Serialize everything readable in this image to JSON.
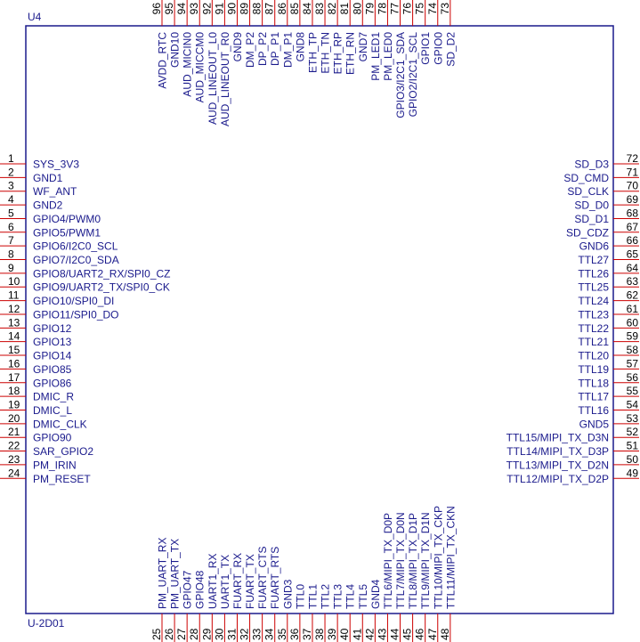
{
  "component": {
    "refdes": "U4",
    "part": "U-2D01",
    "colors": {
      "body_border": "#1a1a8c",
      "pin_line": "#cc0000",
      "label": "#1a1a8c",
      "number": "#000000"
    }
  },
  "pins": {
    "left": [
      {
        "num": "1",
        "name": "SYS_3V3"
      },
      {
        "num": "2",
        "name": "GND1"
      },
      {
        "num": "3",
        "name": "WF_ANT"
      },
      {
        "num": "4",
        "name": "GND2"
      },
      {
        "num": "5",
        "name": "GPIO4/PWM0"
      },
      {
        "num": "6",
        "name": "GPIO5/PWM1"
      },
      {
        "num": "7",
        "name": "GPIO6/I2C0_SCL"
      },
      {
        "num": "8",
        "name": "GPIO7/I2C0_SDA"
      },
      {
        "num": "9",
        "name": "GPIO8/UART2_RX/SPI0_CZ"
      },
      {
        "num": "10",
        "name": "GPIO9/UART2_TX/SPI0_CK"
      },
      {
        "num": "11",
        "name": "GPIO10/SPI0_DI"
      },
      {
        "num": "12",
        "name": "GPIO11/SPI0_DO"
      },
      {
        "num": "13",
        "name": "GPIO12"
      },
      {
        "num": "14",
        "name": "GPIO13"
      },
      {
        "num": "15",
        "name": "GPIO14"
      },
      {
        "num": "16",
        "name": "GPIO85"
      },
      {
        "num": "17",
        "name": "GPIO86"
      },
      {
        "num": "18",
        "name": "DMIC_R"
      },
      {
        "num": "19",
        "name": "DMIC_L"
      },
      {
        "num": "20",
        "name": "DMIC_CLK"
      },
      {
        "num": "21",
        "name": "GPIO90"
      },
      {
        "num": "22",
        "name": "SAR_GPIO2"
      },
      {
        "num": "23",
        "name": "PM_IRIN"
      },
      {
        "num": "24",
        "name": "PM_RESET"
      }
    ],
    "right": [
      {
        "num": "72",
        "name": "SD_D3"
      },
      {
        "num": "71",
        "name": "SD_CMD"
      },
      {
        "num": "70",
        "name": "SD_CLK"
      },
      {
        "num": "69",
        "name": "SD_D0"
      },
      {
        "num": "68",
        "name": "SD_D1"
      },
      {
        "num": "67",
        "name": "SD_CDZ"
      },
      {
        "num": "66",
        "name": "GND6"
      },
      {
        "num": "65",
        "name": "TTL27"
      },
      {
        "num": "64",
        "name": "TTL26"
      },
      {
        "num": "63",
        "name": "TTL25"
      },
      {
        "num": "62",
        "name": "TTL24"
      },
      {
        "num": "61",
        "name": "TTL23"
      },
      {
        "num": "60",
        "name": "TTL22"
      },
      {
        "num": "59",
        "name": "TTL21"
      },
      {
        "num": "58",
        "name": "TTL20"
      },
      {
        "num": "57",
        "name": "TTL19"
      },
      {
        "num": "56",
        "name": "TTL18"
      },
      {
        "num": "55",
        "name": "TTL17"
      },
      {
        "num": "54",
        "name": "TTL16"
      },
      {
        "num": "53",
        "name": "GND5"
      },
      {
        "num": "52",
        "name": "TTL15/MIPI_TX_D3N"
      },
      {
        "num": "51",
        "name": "TTL14/MIPI_TX_D3P"
      },
      {
        "num": "50",
        "name": "TTL13/MIPI_TX_D2N"
      },
      {
        "num": "49",
        "name": "TTL12/MIPI_TX_D2P"
      }
    ],
    "top": [
      {
        "num": "96",
        "name": "AVDD_RTC"
      },
      {
        "num": "95",
        "name": "GND10"
      },
      {
        "num": "94",
        "name": "AUD_MICIN0"
      },
      {
        "num": "93",
        "name": "AUD_MICCM0"
      },
      {
        "num": "92",
        "name": "AUD_LINEOUT_L0"
      },
      {
        "num": "91",
        "name": "AUD_LINEOUT_R0"
      },
      {
        "num": "90",
        "name": "GND9"
      },
      {
        "num": "89",
        "name": "DM_P2"
      },
      {
        "num": "88",
        "name": "DP_P2"
      },
      {
        "num": "87",
        "name": "DP_P1"
      },
      {
        "num": "86",
        "name": "DM_P1"
      },
      {
        "num": "85",
        "name": "GND8"
      },
      {
        "num": "84",
        "name": "ETH_TP"
      },
      {
        "num": "83",
        "name": "ETH_TN"
      },
      {
        "num": "82",
        "name": "ETH_RP"
      },
      {
        "num": "81",
        "name": "ETH_RN"
      },
      {
        "num": "80",
        "name": "GND7"
      },
      {
        "num": "79",
        "name": "PM_LED1"
      },
      {
        "num": "78",
        "name": "PM_LED0"
      },
      {
        "num": "77",
        "name": "GPIO3/I2C1_SDA"
      },
      {
        "num": "76",
        "name": "GPIO2/I2C1_SCL"
      },
      {
        "num": "75",
        "name": "GPIO1"
      },
      {
        "num": "74",
        "name": "GPIO0"
      },
      {
        "num": "73",
        "name": "SD_D2"
      }
    ],
    "bottom": [
      {
        "num": "25",
        "name": "PM_UART_RX"
      },
      {
        "num": "26",
        "name": "PM_UART_TX"
      },
      {
        "num": "27",
        "name": "GPIO47"
      },
      {
        "num": "28",
        "name": "GPIO48"
      },
      {
        "num": "29",
        "name": "UART1_RX"
      },
      {
        "num": "30",
        "name": "UART1_TX"
      },
      {
        "num": "31",
        "name": "FUART_RX"
      },
      {
        "num": "32",
        "name": "FUART_TX"
      },
      {
        "num": "33",
        "name": "FUART_CTS"
      },
      {
        "num": "34",
        "name": "FUART_RTS"
      },
      {
        "num": "35",
        "name": "GND3"
      },
      {
        "num": "36",
        "name": "TTL0"
      },
      {
        "num": "37",
        "name": "TTL1"
      },
      {
        "num": "38",
        "name": "TTL2"
      },
      {
        "num": "39",
        "name": "TTL3"
      },
      {
        "num": "40",
        "name": "TTL4"
      },
      {
        "num": "41",
        "name": "TTL5"
      },
      {
        "num": "42",
        "name": "GND4"
      },
      {
        "num": "43",
        "name": "TTL6/MIPI_TX_D0P"
      },
      {
        "num": "44",
        "name": "TTL7/MIPI_TX_D0N"
      },
      {
        "num": "45",
        "name": "TTL8/MIPI_TX_D1P"
      },
      {
        "num": "46",
        "name": "TTL9/MIPI_TX_D1N"
      },
      {
        "num": "47",
        "name": "TTL10/MIPI_TX_CKP"
      },
      {
        "num": "48",
        "name": "TTL11/MIPI_TX_CKN"
      }
    ]
  }
}
